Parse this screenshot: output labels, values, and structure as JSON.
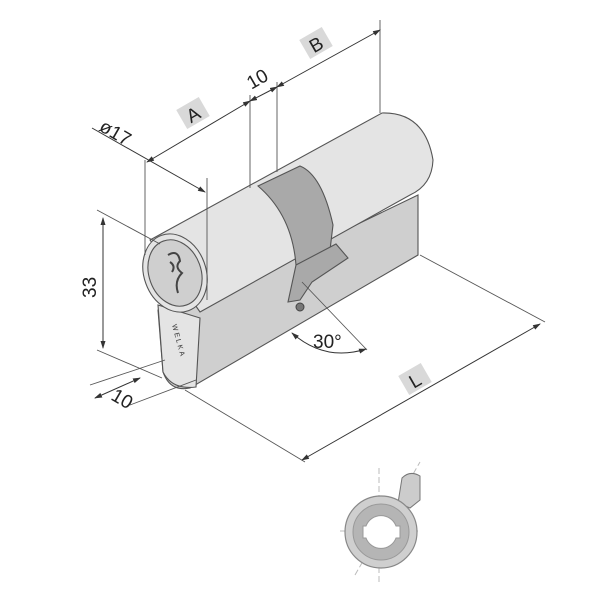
{
  "drawing": {
    "labels": {
      "diameter": "ø17",
      "a": "A",
      "gap": "10",
      "b": "B",
      "height": "33",
      "width": "10",
      "angle": "30°",
      "length": "L"
    },
    "brand_mark": "WELKA",
    "colors": {
      "label_box": "#d9d9d9",
      "body": "#e4e4e4",
      "cam": "#a9a9a9"
    }
  }
}
